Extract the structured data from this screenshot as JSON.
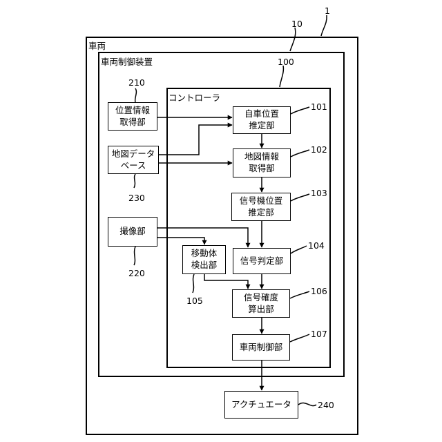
{
  "containers": {
    "vehicle": {
      "label": "車両",
      "ref": "1"
    },
    "control_device": {
      "label": "車両制御装置",
      "ref": "10"
    },
    "controller": {
      "label": "コントローラ",
      "ref": "100"
    }
  },
  "blocks": {
    "position_info": {
      "label": "位置情報\n取得部",
      "ref": "210"
    },
    "map_db": {
      "label": "地図データ\nベース",
      "ref": "230"
    },
    "imaging": {
      "label": "撮像部",
      "ref": "220"
    },
    "self_position": {
      "label": "自車位置\n推定部",
      "ref": "101"
    },
    "map_info": {
      "label": "地図情報\n取得部",
      "ref": "102"
    },
    "signal_position": {
      "label": "信号機位置\n推定部",
      "ref": "103"
    },
    "signal_judge": {
      "label": "信号判定部",
      "ref": "104"
    },
    "moving_object": {
      "label": "移動体\n検出部",
      "ref": "105"
    },
    "signal_certainty": {
      "label": "信号確度\n算出部",
      "ref": "106"
    },
    "vehicle_control": {
      "label": "車両制御部",
      "ref": "107"
    },
    "actuator": {
      "label": "アクチュエータ",
      "ref": "240"
    }
  }
}
